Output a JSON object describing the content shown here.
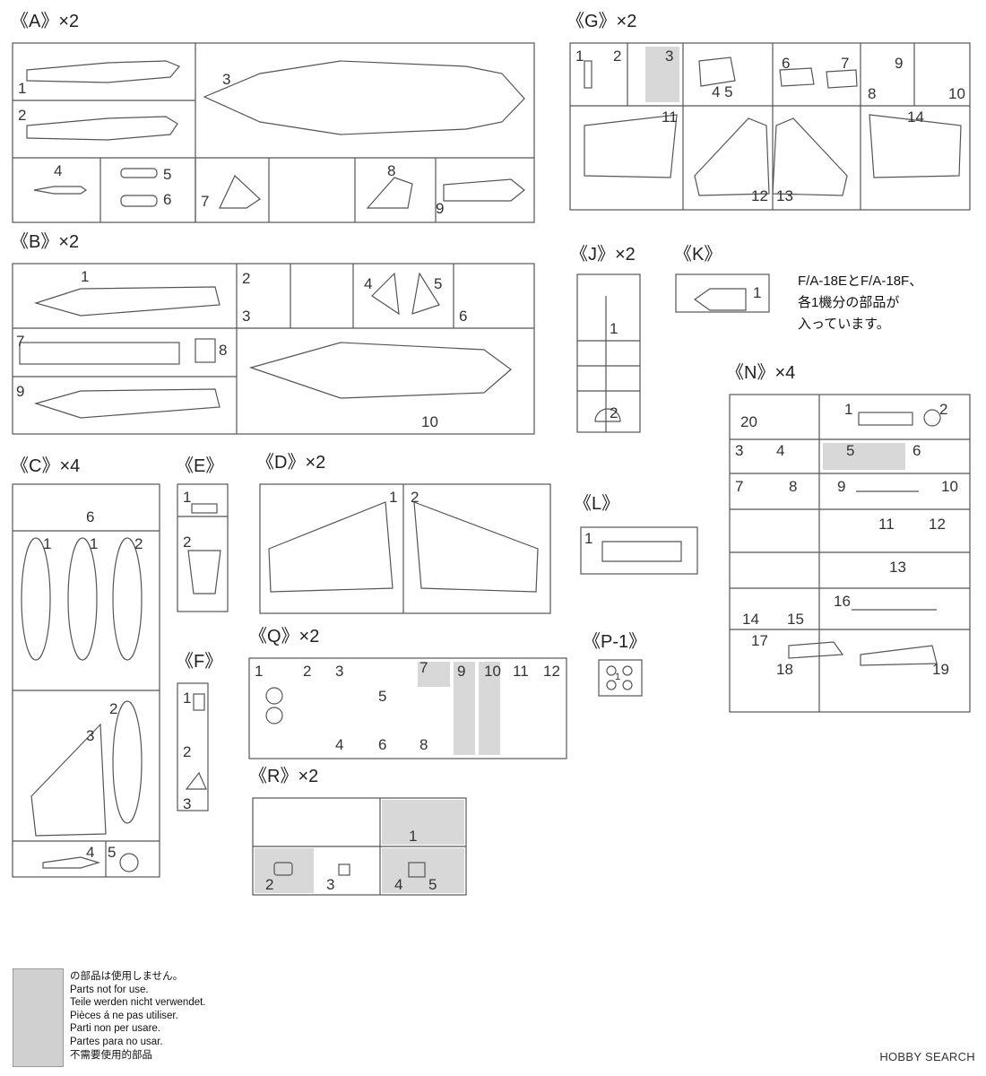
{
  "sprues": {
    "A": {
      "title": "《A》×2",
      "parts": [
        "1",
        "2",
        "3",
        "4",
        "5",
        "6",
        "7",
        "8",
        "9"
      ]
    },
    "G": {
      "title": "《G》×2",
      "parts": [
        "1",
        "2",
        "3",
        "4 5",
        "6",
        "7",
        "8",
        "9",
        "10",
        "11",
        "12",
        "13",
        "14"
      ]
    },
    "B": {
      "title": "《B》×2",
      "parts": [
        "1",
        "2",
        "3",
        "4",
        "5",
        "6",
        "7",
        "8",
        "9",
        "10"
      ]
    },
    "J": {
      "title": "《J》×2",
      "parts": [
        "1",
        "2"
      ]
    },
    "K": {
      "title": "《K》",
      "parts": [
        "1"
      ]
    },
    "C": {
      "title": "《C》×4",
      "parts": [
        "6",
        "1",
        "1",
        "2",
        "3",
        "2",
        "4",
        "5"
      ]
    },
    "E": {
      "title": "《E》",
      "parts": [
        "1",
        "2"
      ]
    },
    "D": {
      "title": "《D》×2",
      "parts": [
        "1",
        "2"
      ]
    },
    "L": {
      "title": "《L》",
      "parts": [
        "1"
      ]
    },
    "N": {
      "title": "《N》×4",
      "parts": [
        "20",
        "1",
        "2",
        "3",
        "4",
        "5",
        "6",
        "7",
        "8",
        "9",
        "10",
        "11",
        "12",
        "13",
        "14",
        "15",
        "16",
        "17",
        "18",
        "19"
      ]
    },
    "F": {
      "title": "《F》",
      "parts": [
        "1",
        "2",
        "3"
      ]
    },
    "Q": {
      "title": "《Q》×2",
      "parts": [
        "1",
        "2",
        "3",
        "4",
        "5",
        "6",
        "7",
        "8",
        "9",
        "10",
        "11",
        "12"
      ]
    },
    "P": {
      "title": "《P-1》",
      "parts": [
        "1"
      ]
    },
    "R": {
      "title": "《R》×2",
      "parts": [
        "1",
        "2",
        "3",
        "4",
        "5"
      ]
    }
  },
  "note": {
    "line1": "F/A-18EとF/A-18F、",
    "line2": "各1機分の部品が",
    "line3": "入っています。"
  },
  "legend": {
    "lines": [
      "の部品は使用しません。",
      "Parts not for use.",
      "Teile werden nicht verwendet.",
      "Pièces á ne pas utiliser.",
      "Parti non per usare.",
      "Partes para no usar.",
      "不需要使用的部品"
    ]
  },
  "watermark": "HOBBY SEARCH",
  "colors": {
    "line": "#555555",
    "unused": "#d0d0d0"
  }
}
